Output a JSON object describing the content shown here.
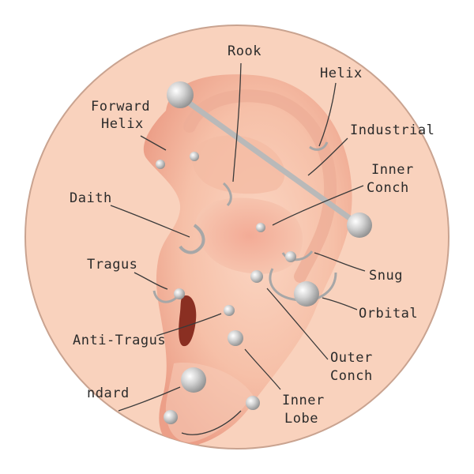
{
  "title": "",
  "colors": {
    "background": "#f9d2bd",
    "circle_border": "#c9a390",
    "ear_skin": "#f6c3ac",
    "ear_shadow": "#e79c86",
    "metal": "#c6c6c6"
  },
  "labels": {
    "rook": "Rook",
    "helix": "Helix",
    "forward_helix_1": "Forward",
    "forward_helix_2": "Helix",
    "industrial": "Industrial",
    "inner_conch_1": "Inner",
    "inner_conch_2": "Conch",
    "daith": "Daith",
    "tragus": "Tragus",
    "snug": "Snug",
    "orbital": "Orbital",
    "anti_tragus": "Anti-Tragus",
    "outer_conch_1": "Outer",
    "outer_conch_2": "Conch",
    "standard_lobe_1": "ndard",
    "inner_lobe_1": "Inner",
    "inner_lobe_2": "Lobe"
  }
}
